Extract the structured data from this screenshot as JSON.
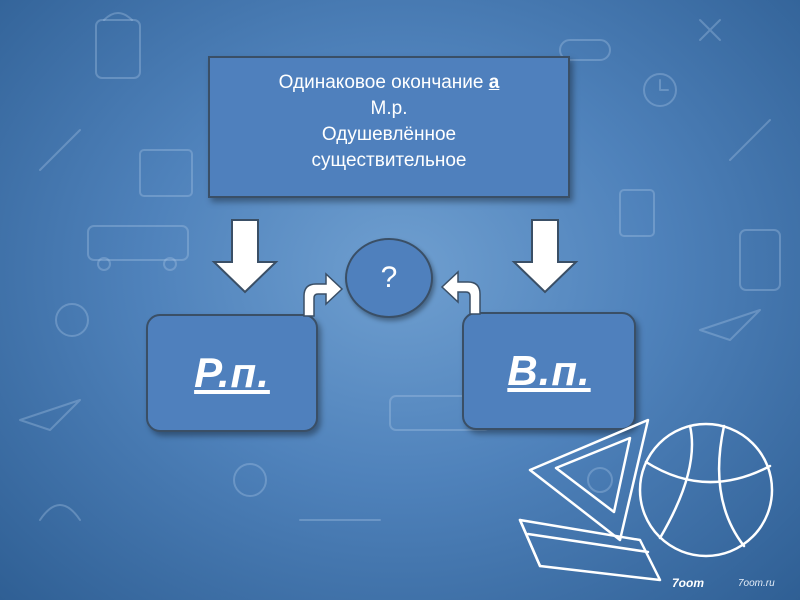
{
  "top_box": {
    "line1_prefix": "Одинаковое окончание ",
    "line1_letter": "а",
    "line2": "М.р.",
    "line3": "Одушевлённое",
    "line4": "существительное"
  },
  "left_case": "Р.п.",
  "right_case": "В.п.",
  "question": "?",
  "watermark": {
    "brand": "7oom",
    "site": "7oom.ru"
  },
  "colors": {
    "box_fill": "#4f80bd",
    "box_border": "#3a4f66",
    "background": "#4f82bb",
    "arrow_fill": "#ffffff"
  }
}
